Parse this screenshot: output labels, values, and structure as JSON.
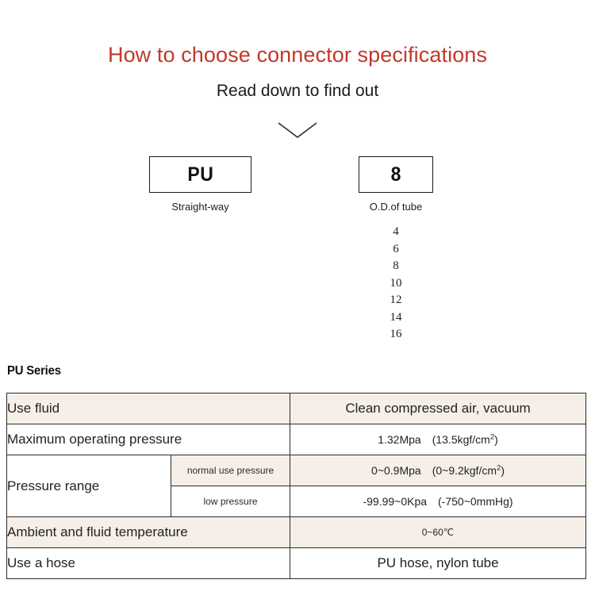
{
  "header": {
    "title": "How to choose connector specifications",
    "subtitle": "Read down to find out",
    "chevron_icon": "chevron-down-icon"
  },
  "selector": {
    "boxes": [
      {
        "code": "PU",
        "caption": "Straight-way"
      },
      {
        "code": "8",
        "caption": "O.D.of tube"
      }
    ],
    "size_options": [
      "4",
      "6",
      "8",
      "10",
      "12",
      "14",
      "16"
    ]
  },
  "spec": {
    "heading": "PU Series",
    "rows": [
      {
        "label": "Use fluid",
        "value": "Clean compressed air, vacuum"
      },
      {
        "label": "Maximum operating pressure",
        "value_main": "1.32Mpa (13.5kgf/cm",
        "value_sup": "2",
        "value_tail": ")"
      },
      {
        "label": "Pressure range",
        "sub": [
          {
            "sublabel": "normal use pressure",
            "value_main": "0~0.9Mpa (0~9.2kgf/cm",
            "value_sup": "2",
            "value_tail": ")"
          },
          {
            "sublabel": "low pressure",
            "value_main": "-99.99~0Kpa (-750~0mmHg)",
            "value_sup": "",
            "value_tail": ""
          }
        ]
      },
      {
        "label": "Ambient and fluid temperature",
        "value": "0~60℃"
      },
      {
        "label": "Use a hose",
        "value": "PU hose, nylon tube"
      }
    ]
  },
  "colors": {
    "title_red": "#C0392B",
    "shaded_row": "#F5EFE7",
    "border": "#2b2b2b"
  }
}
